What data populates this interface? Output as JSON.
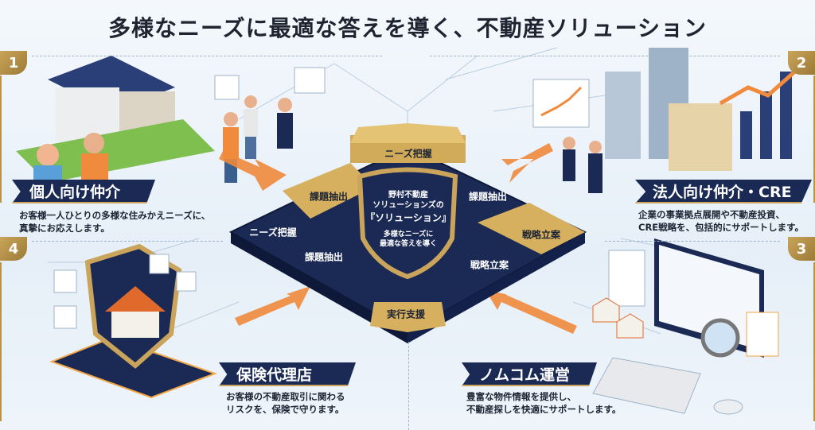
{
  "title": "多様なニーズに最適な答えを導く、不動産ソリューション",
  "sections": [
    {
      "number": "1",
      "heading": "個人向け仲介",
      "description": [
        "お客様一人ひとりの多様な住みかえニーズに、",
        "真摯にお応えします。"
      ]
    },
    {
      "number": "2",
      "heading": "法人向け仲介・CRE",
      "description": [
        "企業の事業拠点展開や不動産投資、",
        "CRE戦略を、包括的にサポートします。"
      ]
    },
    {
      "number": "3",
      "heading": "ノムコム運営",
      "description": [
        "豊富な物件情報を提供し、",
        "不動産探しを快適にサポートします。"
      ]
    },
    {
      "number": "4",
      "heading": "保険代理店",
      "description": [
        "お客様の不動産取引に関わる",
        "リスクを、保険で守ります。"
      ]
    }
  ],
  "shield": {
    "lines": [
      "野村不動産",
      "ソリューションズの",
      "『ソリューション』",
      "多様なニーズに",
      "最適な答えを導く"
    ]
  },
  "puzzle_pieces": [
    "ニーズ把握",
    "課題抽出",
    "課題抽出",
    "ニーズ把握",
    "戦略立案",
    "課題抽出",
    "戦略立案",
    "実行支援"
  ],
  "colors": {
    "navy": "#1b2a55",
    "gold": "#c9a45a",
    "orange": "#f08a3c"
  }
}
